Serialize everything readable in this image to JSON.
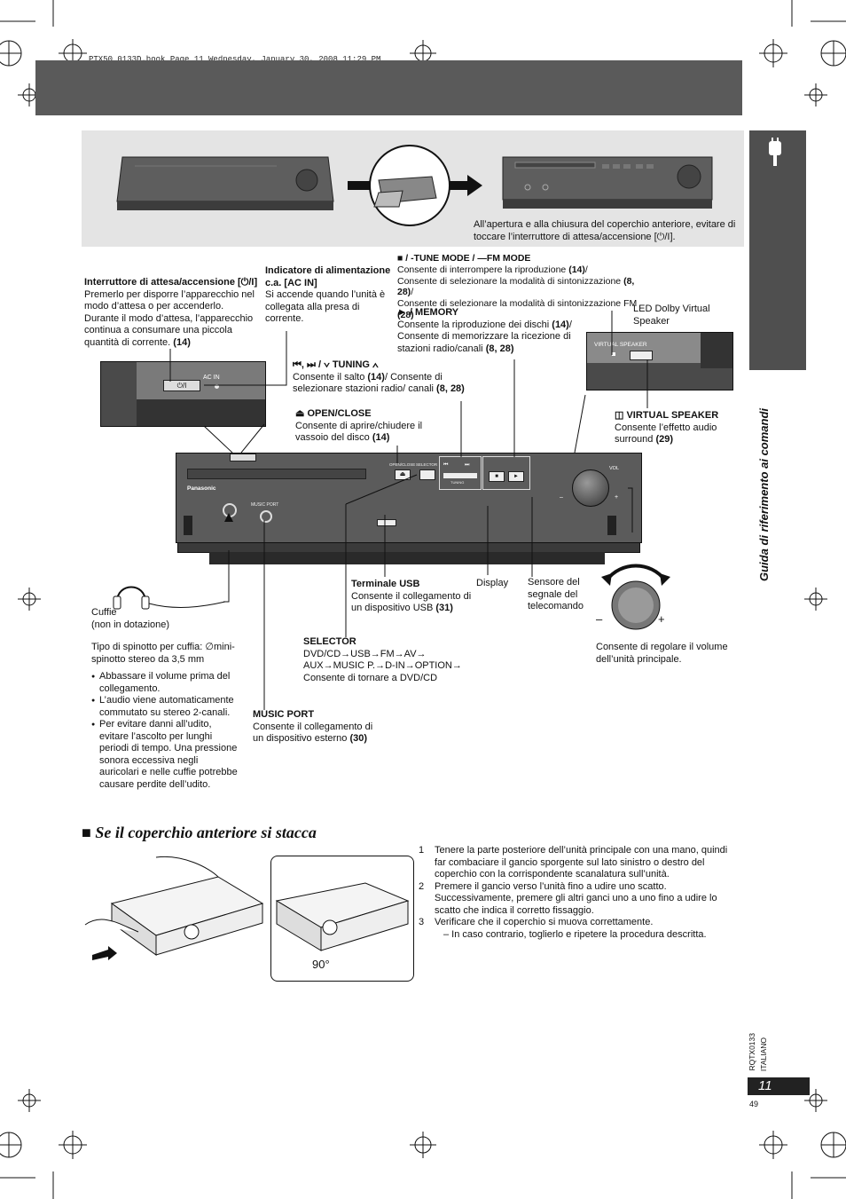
{
  "header": {
    "print_line": "PTX50_0133D.book  Page 11  Wednesday, January 30, 2008  11:29 PM"
  },
  "top_caption": "All’apertura e alla chiusura del coperchio anteriore, evitare di toccare l’interruttore di attesa/accensione [⏻/I].",
  "side_tab": {
    "label": "Guida di riferimento ai comandi"
  },
  "callouts": {
    "standby": {
      "title": "Interruttore di attesa/accensione [⏻/I]",
      "body": "Premerlo per disporre l’apparecchio nel modo d’attesa o per accenderlo. Durante il modo d’attesa, l’apparecchio continua a consumare una piccola quantità di corrente.",
      "ref": "(14)"
    },
    "acin": {
      "title": "Indicatore di alimentazione c.a. [AC IN]",
      "body": "Si accende quando l’unità è collegata alla presa di corrente."
    },
    "stop": {
      "title": "■ / -TUNE MODE / —FM MODE",
      "l1": "Consente di interrompere la riproduzione",
      "l1ref": "(14)",
      "l2": "Consente di selezionare la modalità di sintonizzazione",
      "l2ref": "(8, 28)",
      "l3": "Consente di selezionare la modalità di sintonizzazione FM",
      "l3ref": "(28)"
    },
    "play": {
      "title": "► / MEMORY",
      "l1": "Consente la riproduzione dei dischi",
      "l1ref": "(14)",
      "l2": "Consente di memorizzare la ricezione di stazioni radio/canali",
      "l2ref": "(8, 28)"
    },
    "led": {
      "body": "LED Dolby Virtual Speaker"
    },
    "skip": {
      "title": "⏮, ⏭ / ∨ TUNING ∧",
      "l1": "Consente il salto",
      "l1ref": "(14)",
      "l2": "Consente di selezionare stazioni radio/ canali",
      "l2ref": "(8, 28)"
    },
    "openclose": {
      "title": "⏏ OPEN/CLOSE",
      "body": "Consente di aprire/chiudere il vassoio del disco",
      "ref": "(14)"
    },
    "virtual": {
      "title": "◫ VIRTUAL SPEAKER",
      "body": "Consente l’effetto audio surround",
      "ref": "(29)"
    },
    "usb": {
      "title": "Terminale USB",
      "body": "Consente il collegamento di un dispositivo USB",
      "ref": "(31)"
    },
    "display": {
      "body": "Display"
    },
    "sensor": {
      "body": "Sensore del segnale del telecomando"
    },
    "volume": {
      "body": "Consente di regolare il volume dell’unità principale."
    },
    "headphones": {
      "l1": "Cuffie",
      "l2": "(non in dotazione)",
      "plug": "Tipo di spinotto per cuffia: ∅mini-spinotto stereo da 3,5 mm",
      "b1": "Abbassare il volume prima del collegamento.",
      "b2": "L’audio viene automaticamente commutato su stereo 2-canali.",
      "b3": "Per evitare danni all’udito, evitare l’ascolto per lunghi periodi di tempo. Una pressione sonora eccessiva negli auricolari e nelle cuffie potrebbe causare perdite dell’udito."
    },
    "selector": {
      "title": "SELECTOR",
      "l1": "DVD/CD→USB→FM→AV→",
      "l2": "AUX→MUSIC P.→D-IN→OPTION→",
      "l3": "Consente di tornare a DVD/CD"
    },
    "musicport": {
      "title": "MUSIC PORT",
      "body": "Consente il collegamento di un dispositivo esterno",
      "ref": "(30)"
    }
  },
  "panel_labels": {
    "standby_btn": "⏻/I",
    "ac_in": "AC IN",
    "brand": "Panasonic",
    "music_port": "MUSIC PORT",
    "open_close": "OPEN/CLOSE",
    "selector": "SELECTOR",
    "tuning": "TUNING",
    "vol": "VOL",
    "virtual_speaker": "VIRTUAL SPEAKER",
    "minus": "–",
    "plus": "+"
  },
  "section2": {
    "title": "■ Se il coperchio anteriore si stacca",
    "angle": "90°",
    "steps": [
      {
        "n": "1",
        "text": "Tenere la parte posteriore dell’unità principale con una mano, quindi far combaciare il gancio sporgente sul lato sinistro o destro del coperchio con la corrispondente scanalatura sull’unità."
      },
      {
        "n": "2",
        "text": "Premere il gancio verso l’unità fino a udire uno scatto. Successivamente, premere gli altri ganci uno a uno fino a udire lo scatto che indica il corretto fissaggio."
      },
      {
        "n": "3",
        "text": "Verificare che il coperchio si muova correttamente."
      }
    ],
    "step3_note": "– In caso contrario, toglierlo e ripetere la procedura descritta."
  },
  "footer": {
    "code": "RQTX0133",
    "language": "ITALIANO",
    "page": "11",
    "page_small": "49"
  }
}
